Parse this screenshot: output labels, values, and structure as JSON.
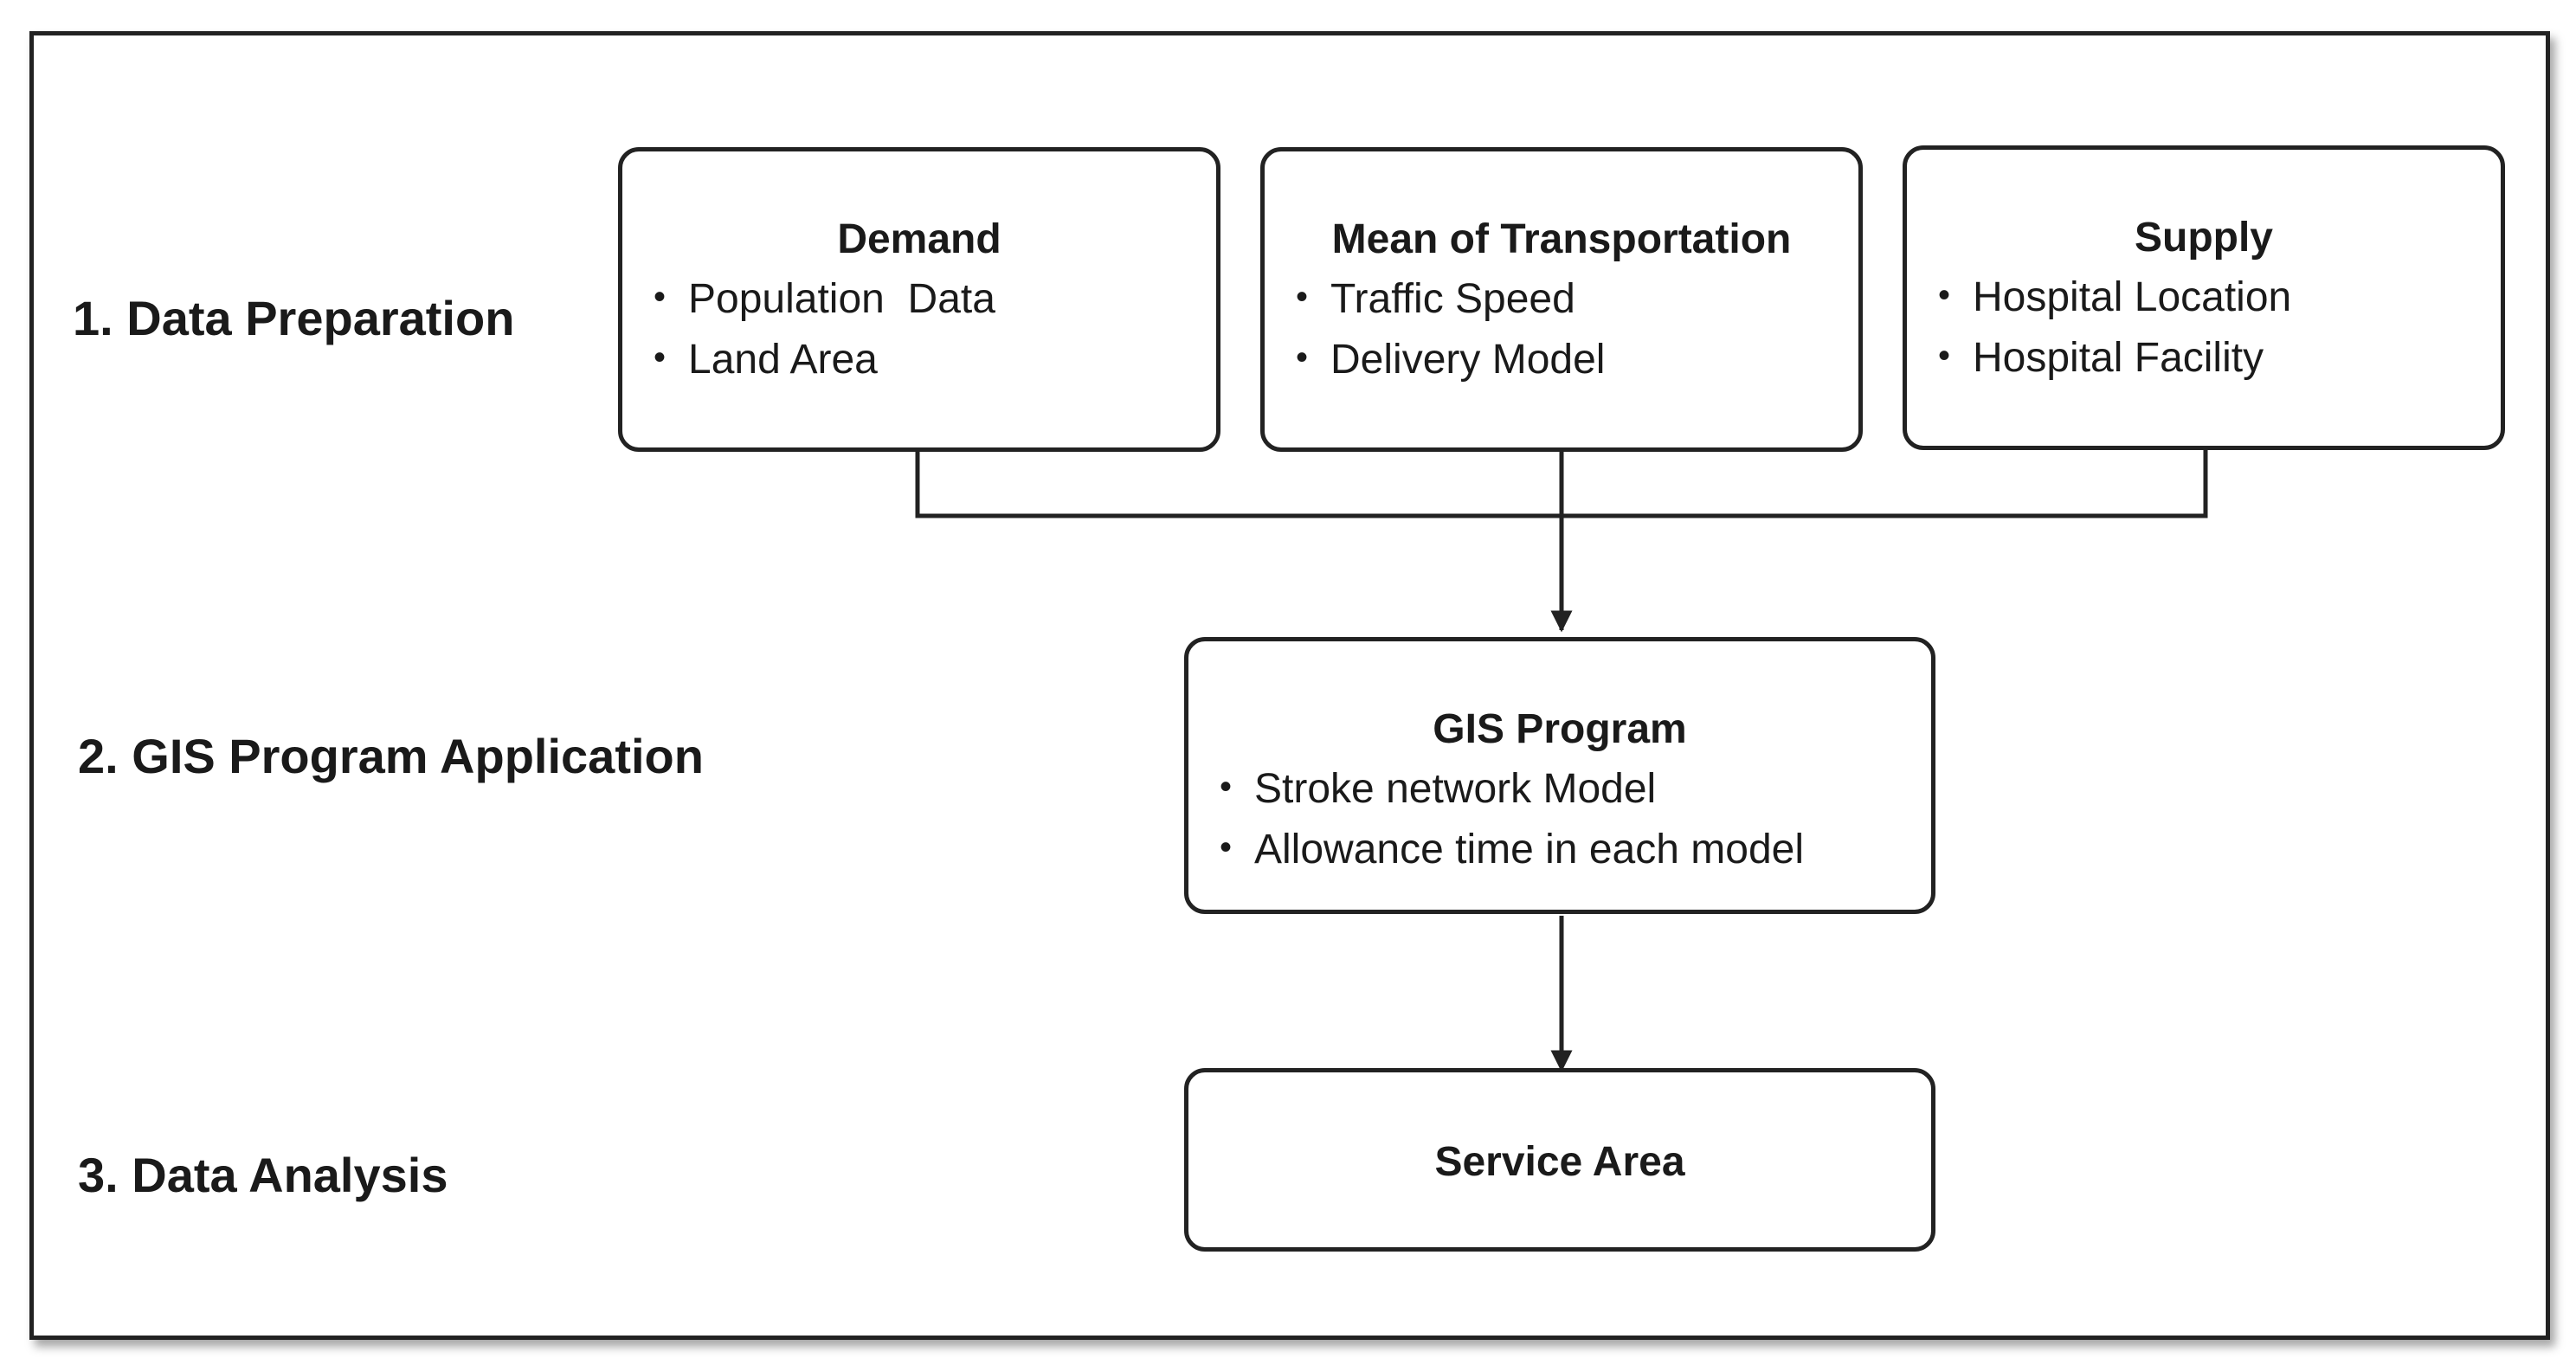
{
  "stages": [
    {
      "label": "1. Data Preparation"
    },
    {
      "label": "2. GIS Program Application"
    },
    {
      "label": "3. Data Analysis"
    }
  ],
  "boxes": {
    "demand": {
      "title": "Demand",
      "items": [
        "Population  Data",
        "Land Area"
      ]
    },
    "transport": {
      "title": "Mean of Transportation",
      "items": [
        "Traffic Speed",
        "Delivery Model"
      ]
    },
    "supply": {
      "title": "Supply",
      "items": [
        "Hospital Location",
        "Hospital Facility"
      ]
    },
    "gis": {
      "title": "GIS Program",
      "items": [
        "Stroke network Model",
        "Allowance time in each model"
      ]
    },
    "service": {
      "title": "Service Area"
    }
  },
  "colors": {
    "line": "#222222",
    "background": "#ffffff",
    "text": "#1a1a1a"
  }
}
